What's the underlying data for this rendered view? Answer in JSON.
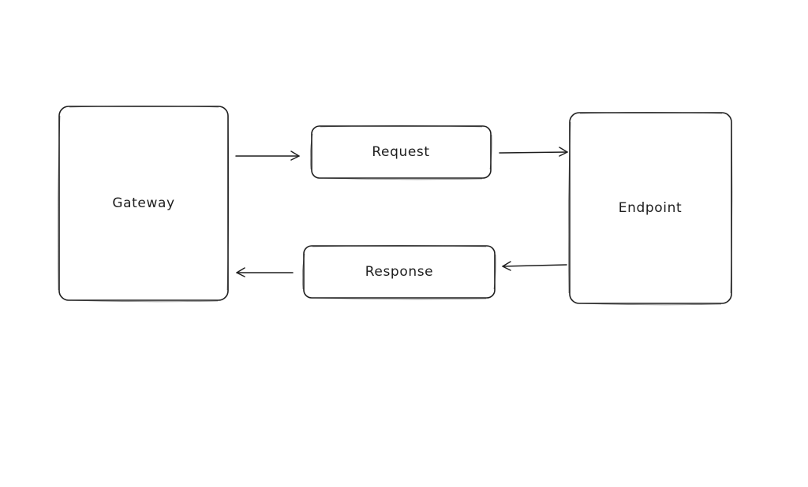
{
  "diagram": {
    "stroke_color": "#1e1e1e",
    "background": "#ffffff",
    "nodes": {
      "gateway": {
        "label": "Gateway"
      },
      "request": {
        "label": "Request"
      },
      "endpoint": {
        "label": "Endpoint"
      },
      "response": {
        "label": "Response"
      }
    },
    "edges": [
      {
        "from": "gateway",
        "to": "request"
      },
      {
        "from": "request",
        "to": "endpoint"
      },
      {
        "from": "endpoint",
        "to": "response"
      },
      {
        "from": "response",
        "to": "gateway"
      }
    ]
  }
}
